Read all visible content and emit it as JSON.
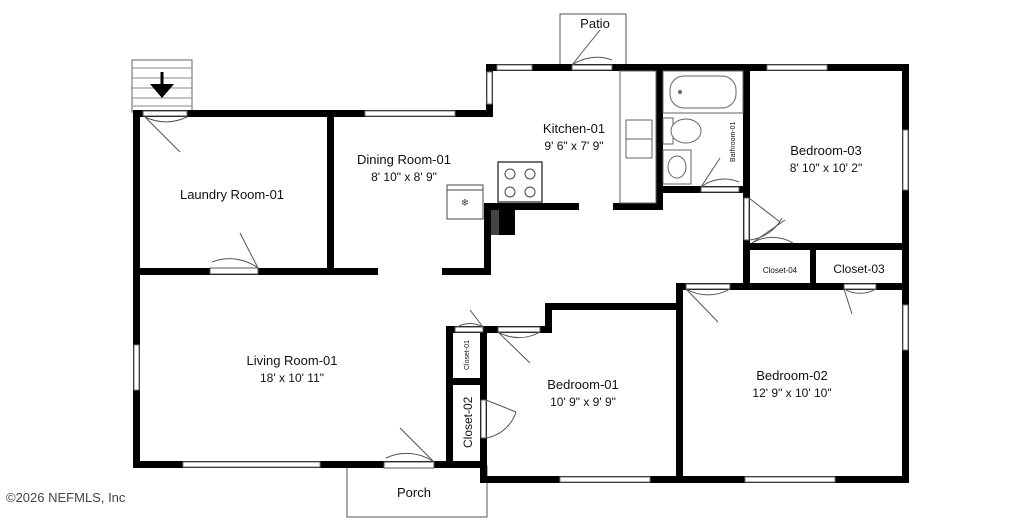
{
  "rooms": {
    "patio": {
      "name": "Patio"
    },
    "kitchen": {
      "name": "Kitchen-01",
      "dims": "9' 6\" x 7' 9\""
    },
    "bathroom": {
      "name": "Bathroom-01"
    },
    "bedroom3": {
      "name": "Bedroom-03",
      "dims": "8' 10\" x 10' 2\""
    },
    "dining": {
      "name": "Dining Room-01",
      "dims": "8' 10\" x 8' 9\""
    },
    "laundry": {
      "name": "Laundry Room-01"
    },
    "closet4": {
      "name": "Closet-04"
    },
    "closet3": {
      "name": "Closet-03"
    },
    "living": {
      "name": "Living Room-01",
      "dims": "18' x 10' 11\""
    },
    "closet1": {
      "name": "Closet-01"
    },
    "closet2": {
      "name": "Closet-02"
    },
    "bedroom1": {
      "name": "Bedroom-01",
      "dims": "10' 9\" x 9' 9\""
    },
    "bedroom2": {
      "name": "Bedroom-02",
      "dims": "12' 9\" x 10' 10\""
    },
    "porch": {
      "name": "Porch"
    }
  },
  "footer": {
    "copyright": "©2026 NEFMLS, Inc"
  },
  "colors": {
    "wall": "#000000",
    "window": "#ffffff",
    "fixture": "#555555"
  }
}
